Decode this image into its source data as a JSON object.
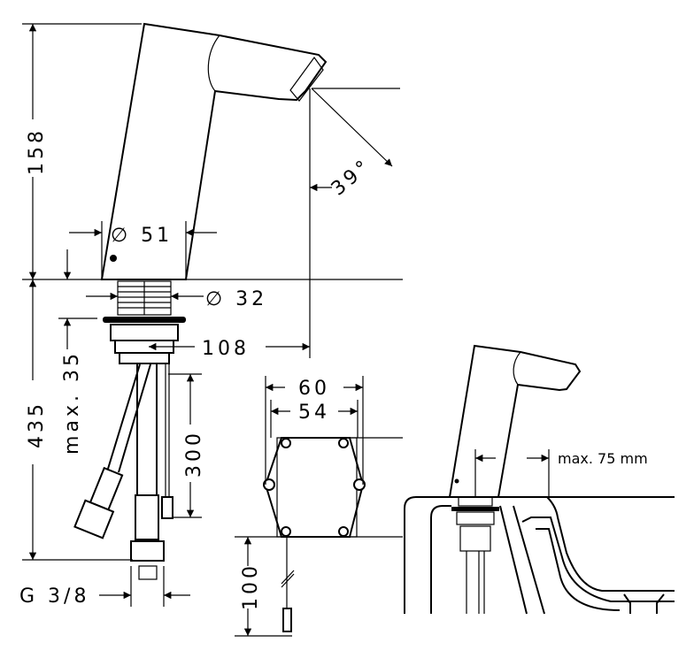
{
  "drawing": {
    "dimensions": {
      "height_upper": "158",
      "height_lower": "435",
      "body_diameter": "∅ 51",
      "thread_diameter": "∅ 32",
      "projection": "108",
      "spray_angle": "39°",
      "max_thickness": "max. 35",
      "hose_length": "300",
      "box_outer_width": "60",
      "box_inner_width": "54",
      "cable_length": "100",
      "connection": "G 3/8",
      "max_distance": "max. 75 mm"
    },
    "color": "#000000"
  }
}
